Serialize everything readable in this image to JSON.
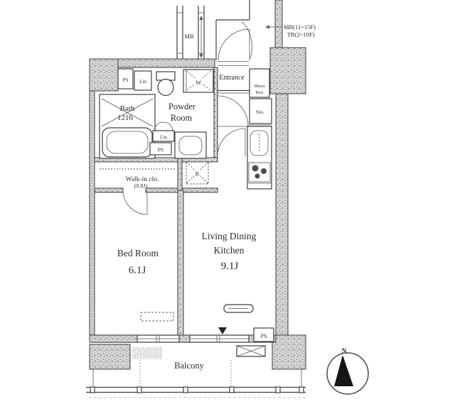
{
  "plan": {
    "shaft_label": "MB",
    "riser_note": {
      "line1": "MB(11~15F)",
      "line2": "TR(2~10F)"
    },
    "compass": {
      "north": "N"
    },
    "rooms": {
      "entrance": "Entrance",
      "shoes_box": {
        "line1": "Shoes",
        "line2": "Box"
      },
      "storage": "Sto.",
      "bath": {
        "name": "Bath",
        "module": "1216"
      },
      "powder": {
        "line1": "Powder",
        "line2": "Room"
      },
      "walkin": {
        "line1": "Walk-in clo.",
        "line2": "(0.8J)"
      },
      "bedroom": {
        "name": "Bed Room",
        "size": "6.1J"
      },
      "ldk": {
        "line1": "Living Dining",
        "line2": "Kitchen",
        "size": "9.1J"
      },
      "balcony": "Balcony"
    },
    "fixtures": {
      "pipe_space": "PS",
      "linen": "Lin",
      "washer": "W",
      "refrigerator": "R"
    },
    "colors": {
      "line": "#3f3f3f",
      "wall_base": "#d8d8d8",
      "wall_speckle": "#8b8b8b",
      "paper": "#ffffff"
    }
  }
}
